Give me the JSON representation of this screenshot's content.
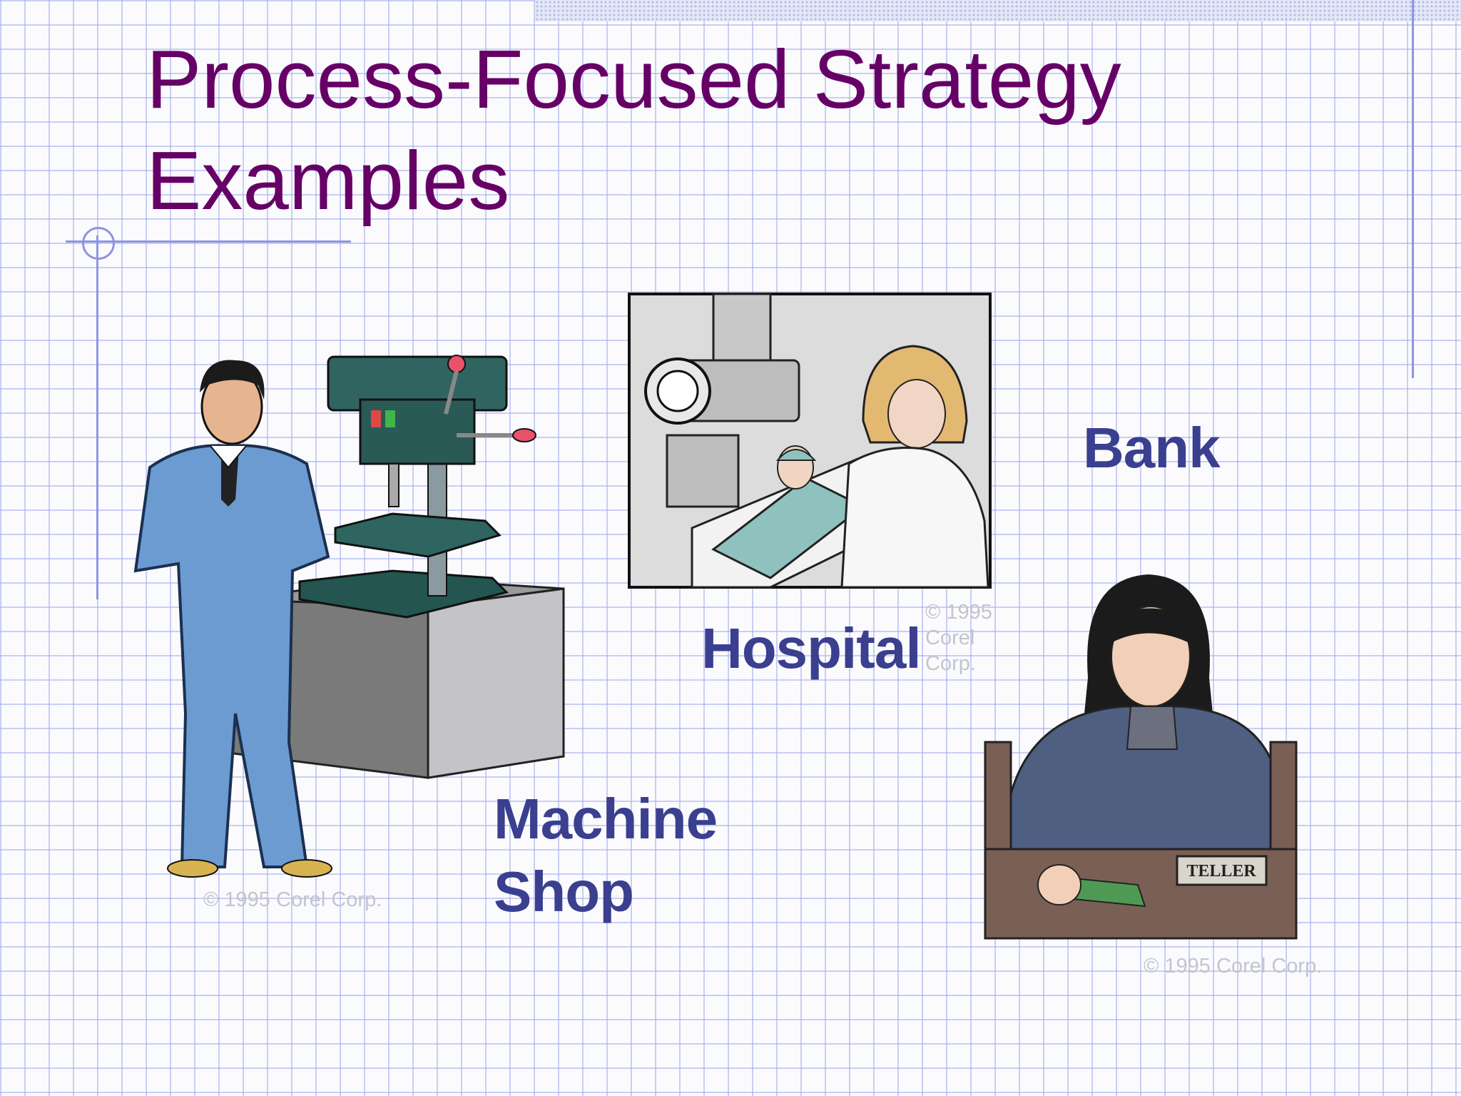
{
  "slide": {
    "title_line1": "Process-Focused Strategy",
    "title_line2": "Examples"
  },
  "labels": {
    "machine_shop_line1": "Machine",
    "machine_shop_line2": "Shop",
    "hospital": "Hospital",
    "bank": "Bank"
  },
  "copyrights": {
    "machinist": "© 1995 Corel Corp.",
    "hospital_line1": "© 1995",
    "hospital_line2": "Corel",
    "hospital_line3": "Corp.",
    "teller": "© 1995 Corel Corp."
  },
  "teller_sign": "TELLER",
  "colors": {
    "title": "#660066",
    "label": "#3a3f8f",
    "grid": "#a0aaeb",
    "overall": "#6b9bd1",
    "drill_press": "#2e5e5a",
    "teller_desk": "#7a5f55"
  },
  "icons": [
    "machinist-clipart",
    "hospital-clipart",
    "bank-teller-clipart"
  ]
}
